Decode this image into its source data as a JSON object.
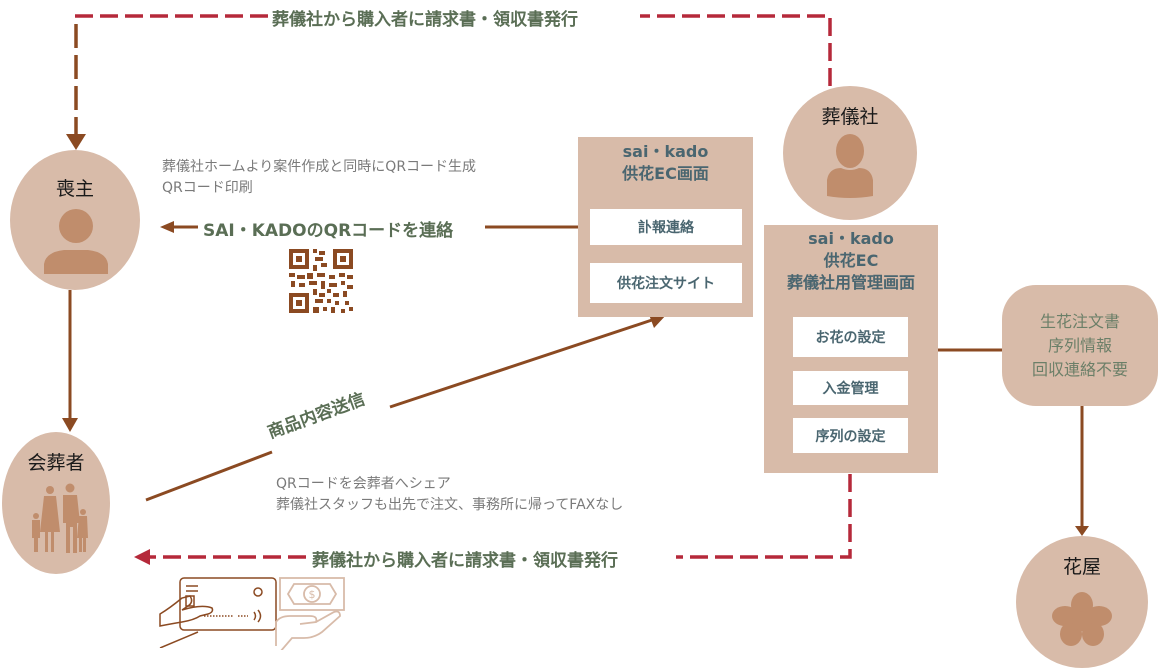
{
  "colors": {
    "node_fill": "#d8bba9",
    "icon_fill": "#c08d6c",
    "solid_arrow": "#8b4a22",
    "dashed_red": "#b5293a",
    "label_green": "#5a6e55",
    "panel_text": "#4a6670"
  },
  "nodes": {
    "funeral_home": {
      "label": "葬儀社",
      "icon": "person-icon"
    },
    "chief_mourner": {
      "label": "喪主",
      "icon": "person-icon"
    },
    "attendee": {
      "label": "会葬者",
      "icon": "family-icon"
    },
    "florist": {
      "label": "花屋",
      "icon": "flower-icon"
    }
  },
  "flows": {
    "top_billing": "葬儀社から購入者に請求書・領収書発行",
    "qr_contact": "SAI・KADOのQRコードを連絡",
    "product_send": "商品内容送信",
    "bottom_billing": "葬儀社から購入者に請求書・領収書発行"
  },
  "notes": {
    "qr_generation": [
      "葬儀社ホームより案件作成と同時にQRコード生成",
      "QRコード印刷"
    ],
    "qr_share": [
      "QRコードを会葬者へシェア",
      "葬儀社スタッフも出先で注文、事務所に帰ってFAXなし"
    ]
  },
  "ec_panel": {
    "title": [
      "sai・kado",
      "供花EC画面"
    ],
    "buttons": [
      "訃報連絡",
      "供花注文サイト"
    ]
  },
  "admin_panel": {
    "title": [
      "sai・kado",
      "供花EC",
      "葬儀社用管理画面"
    ],
    "buttons": [
      "お花の設定",
      "入金管理",
      "序列の設定"
    ]
  },
  "info_box": {
    "lines": [
      "生花注文書",
      "序列情報",
      "回収連絡不要"
    ]
  },
  "payment_icons": [
    "credit-card-icon",
    "cash-payment-icon"
  ]
}
